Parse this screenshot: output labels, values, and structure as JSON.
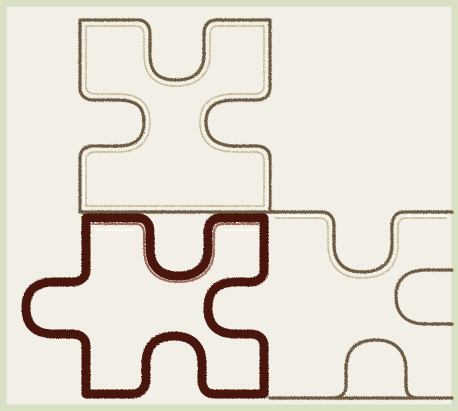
{
  "board": {
    "background_color": "#f1efe6",
    "frame_color": "#d8e1c4"
  },
  "pieces": [
    {
      "id": "top-left-piece",
      "state": "placed",
      "stroke_color": "#7a6a4e",
      "accent_color": "#c9b98c"
    },
    {
      "id": "bottom-left-piece",
      "state": "selected",
      "stroke_color": "#5a1a10",
      "accent_color": "#3b0f08"
    },
    {
      "id": "bottom-right-piece",
      "state": "placed",
      "stroke_color": "#7a6a4e",
      "accent_color": "#c9b98c"
    }
  ]
}
